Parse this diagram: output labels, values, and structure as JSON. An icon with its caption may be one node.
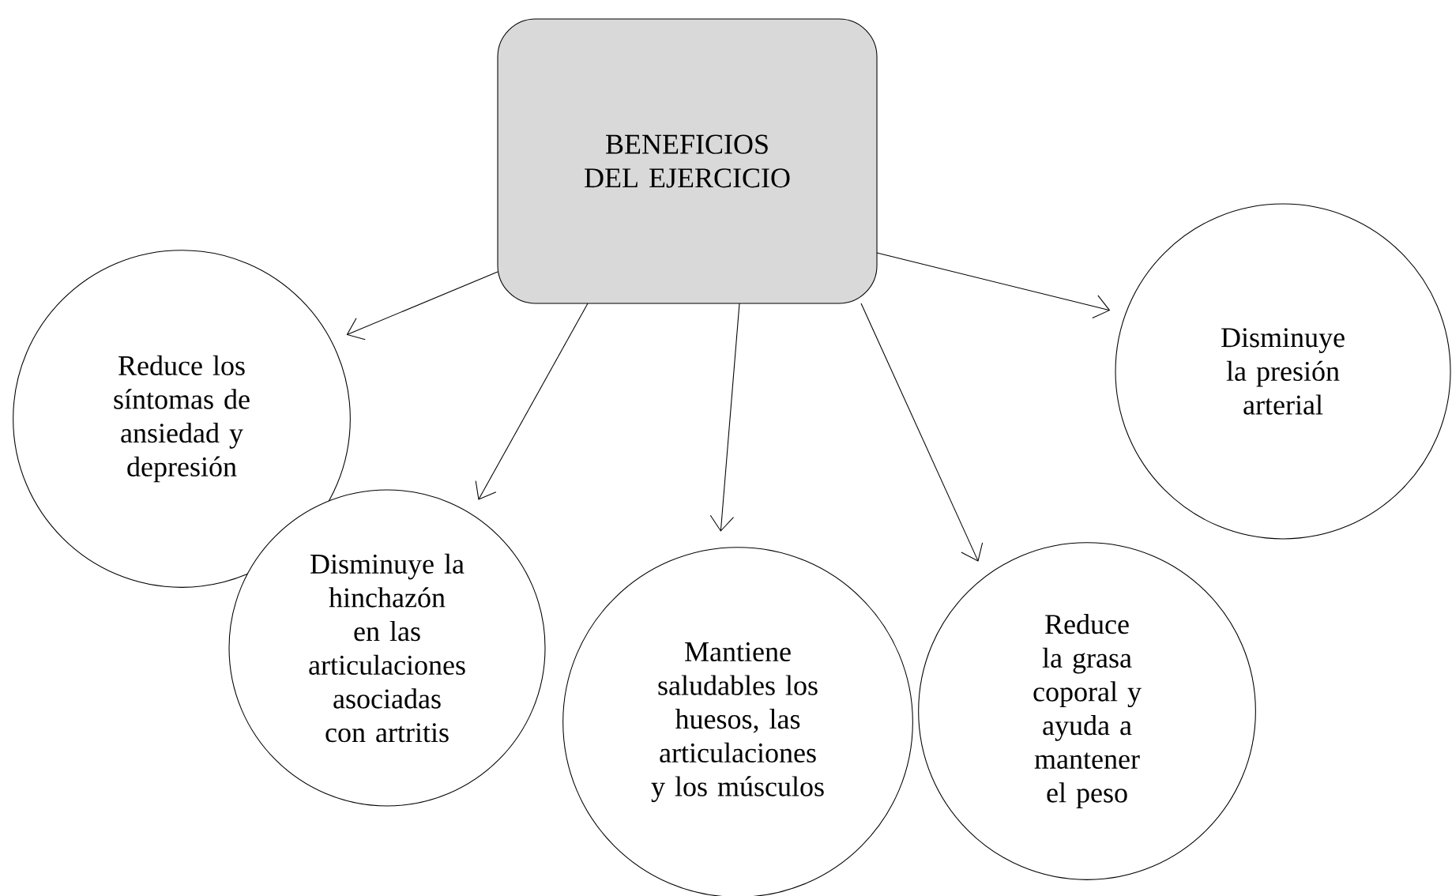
{
  "diagram": {
    "nodes": [
      {
        "text": [
          "BENEFICIOS DEL EJERCICIO"
        ]
      },
      {
        "text": [
          "Reduce los síntomas de ansiedad y depresión"
        ]
      },
      {
        "text": [
          "Disminuye la hinchazón en las articulaciones asociadas con artritis"
        ]
      },
      {
        "text": [
          "Mantiene saludables los huesos, las articulaciones y los músculos"
        ]
      },
      {
        "text": [
          "Reduce la grasa coporal y ayuda a mantener el peso"
        ]
      },
      {
        "text": [
          "Disminuye la presión arterial"
        ]
      }
    ],
    "edges": [
      {
        "from": 0,
        "to": 1,
        "arrow": "to"
      },
      {
        "from": 0,
        "to": 2,
        "arrow": "to"
      },
      {
        "from": 0,
        "to": 3,
        "arrow": "to"
      },
      {
        "from": 0,
        "to": 4,
        "arrow": "to"
      },
      {
        "from": 0,
        "to": 5,
        "arrow": "to"
      }
    ]
  }
}
